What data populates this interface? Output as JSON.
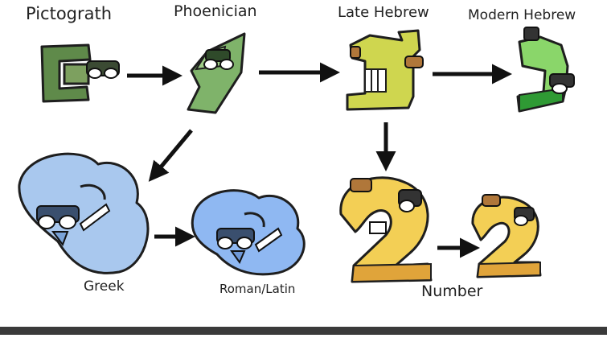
{
  "labels": {
    "pictograph": "Pictograth",
    "phoenician": "Phoenician",
    "late_hebrew": "Late Hebrew",
    "modern_hebrew": "Modern Hebrew",
    "greek": "Greek",
    "roman_latin": "Roman/Latin",
    "number": "Number"
  },
  "colors": {
    "pictograph": "#5f8a4a",
    "phoenician": "#7fb36a",
    "late_hebrew": "#cfd64f",
    "modern_hebrew": "#8ad66a",
    "greek": "#a9c8ee",
    "roman_latin": "#8fb8f2",
    "number": "#f3cf55"
  }
}
